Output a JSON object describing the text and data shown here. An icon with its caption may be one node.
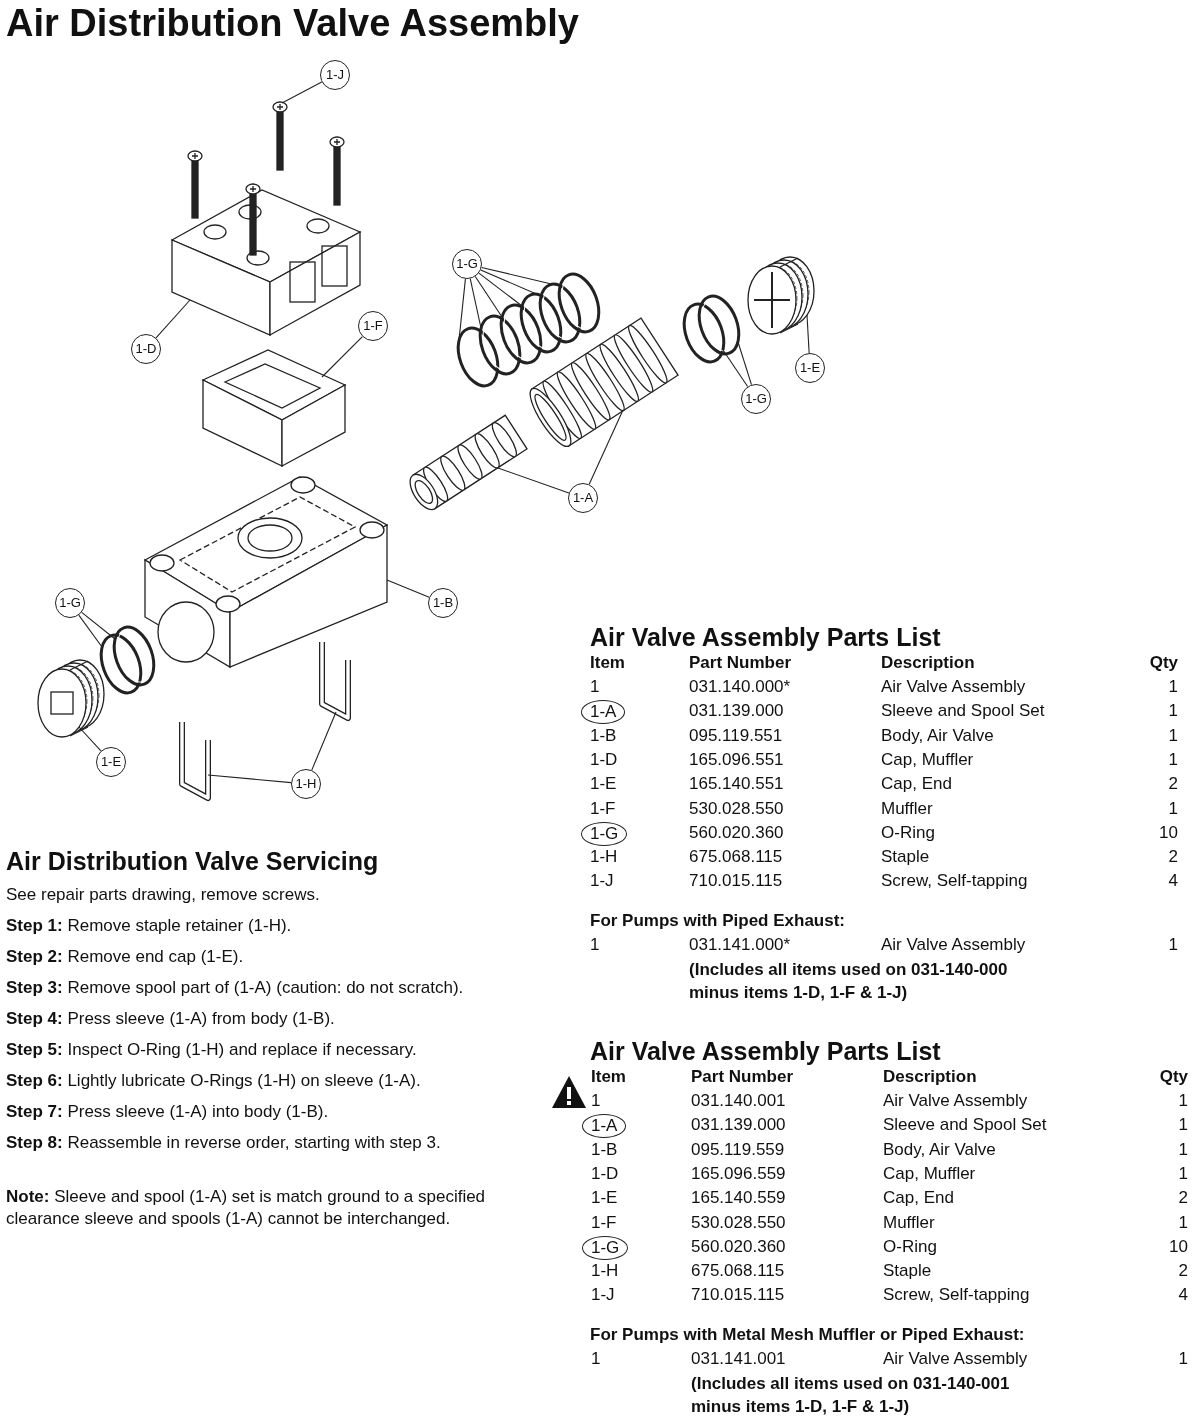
{
  "diagram": {
    "title": "Air Distribution Valve Assembly",
    "nodes": [
      {
        "text": [
          "1-J"
        ]
      },
      {
        "text": [
          "1-G"
        ]
      },
      {
        "text": [
          "1-F"
        ]
      },
      {
        "text": [
          "1-D"
        ]
      },
      {
        "text": [
          "1-E"
        ]
      },
      {
        "text": [
          "1-G"
        ]
      },
      {
        "text": [
          "1-A"
        ]
      },
      {
        "text": [
          "1-G"
        ]
      },
      {
        "text": [
          "1-B"
        ]
      },
      {
        "text": [
          "1-E"
        ]
      },
      {
        "text": [
          "1-H"
        ]
      },
      {
        "text": [],
        "shape": "picture"
      },
      {
        "text": [],
        "shape": "circle"
      },
      {
        "text": [],
        "shape": "circle"
      },
      {
        "text": [],
        "shape": "circle"
      },
      {
        "text": [],
        "shape": "circle"
      },
      {
        "text": [],
        "shape": "circle"
      },
      {
        "text": [],
        "shape": "circle"
      },
      {
        "text": [],
        "shape": "picture"
      },
      {
        "text": [],
        "shape": "picture"
      },
      {
        "text": [],
        "shape": "picture"
      },
      {
        "text": [],
        "shape": "circle"
      },
      {
        "text": [],
        "shape": "circle"
      },
      {
        "text": [],
        "shape": "picture"
      },
      {
        "text": [],
        "shape": "picture"
      },
      {
        "text": [],
        "shape": "circle"
      },
      {
        "text": [],
        "shape": "circle"
      },
      {
        "text": [],
        "shape": "picture"
      },
      {
        "text": [],
        "shape": "picture"
      },
      {
        "text": [],
        "shape": "picture"
      },
      {
        "text": [],
        "shape": "picture"
      }
    ],
    "edges": [
      {
        "from": 0,
        "to": 11,
        "arrow": "none"
      },
      {
        "from": 1,
        "to": 12,
        "arrow": "none"
      },
      {
        "from": 1,
        "to": 13,
        "arrow": "none"
      },
      {
        "from": 1,
        "to": 14,
        "arrow": "none"
      },
      {
        "from": 1,
        "to": 15,
        "arrow": "none"
      },
      {
        "from": 1,
        "to": 16,
        "arrow": "none"
      },
      {
        "from": 1,
        "to": 17,
        "arrow": "none"
      },
      {
        "from": 2,
        "to": 18,
        "arrow": "none"
      },
      {
        "from": 3,
        "to": 19,
        "arrow": "none"
      },
      {
        "from": 4,
        "to": 20,
        "arrow": "none"
      },
      {
        "from": 5,
        "to": 21,
        "arrow": "none"
      },
      {
        "from": 5,
        "to": 22,
        "arrow": "none"
      },
      {
        "from": 6,
        "to": 23,
        "arrow": "none"
      },
      {
        "from": 6,
        "to": 24,
        "arrow": "none"
      },
      {
        "from": 7,
        "to": 25,
        "arrow": "none"
      },
      {
        "from": 7,
        "to": 26,
        "arrow": "none"
      },
      {
        "from": 8,
        "to": 27,
        "arrow": "none"
      },
      {
        "from": 9,
        "to": 28,
        "arrow": "none"
      },
      {
        "from": 10,
        "to": 29,
        "arrow": "none"
      },
      {
        "from": 10,
        "to": 30,
        "arrow": "none"
      }
    ],
    "labels": [
      "Air Valve Assembly Parts List",
      "Item",
      "Part Number",
      "Description",
      "Qty",
      "1",
      "031.140.000*",
      "Air Valve Assembly",
      "1",
      "1-A",
      "031.139.000",
      "Sleeve and Spool Set",
      "1",
      "1-B",
      "095.119.551",
      "Body, Air Valve",
      "1",
      "1-D",
      "165.096.551",
      "Cap, Muffler",
      "1",
      "1-E",
      "165.140.551",
      "Cap, End",
      "2",
      "1-F",
      "530.028.550",
      "Muffler",
      "1",
      "1-G",
      "560.020.360",
      "O-Ring",
      "10",
      "1-H",
      "675.068.115",
      "Staple",
      "2",
      "1-J",
      "710.015.115",
      "Screw, Self-tapping",
      "4",
      "For Pumps with Piped Exhaust:",
      "1",
      "031.141.000*",
      "Air Valve Assembly",
      "1",
      "(Includes all items used on 031-140-000 minus items 1-D, 1-F & 1-J)",
      "Air Distribution Valve Servicing",
      "See repair parts drawing, remove screws.",
      "**Step 1:** Remove staple retainer (1-H).",
      "**Step 2:** Remove end cap (1-E).",
      "**Step 3:** Remove spool part of (1-A) (caution: do not scratch).",
      "**Step 4:** Press sleeve (1-A) from body (1-B).",
      "**Step 5:** Inspect O-Ring (1-H) and replace if necessary.",
      "**Step 6:** Lightly lubricate O-Rings (1-H) on sleeve (1-A).",
      "**Step 7:** Press sleeve (1-A) into body (1-B).",
      "**Step 8:** Reassemble in reverse order, starting with step 3.",
      "**Note:** Sleeve and spool (1-A) set is match ground to a specified clearance sleeve and spools (1-A) cannot be interchanged.",
      "Air Valve Assembly Parts List",
      "Item",
      "Part Number",
      "Description",
      "Qty",
      "1",
      "031.140.001",
      "Air Valve Assembly",
      "1",
      "1-A",
      "031.139.000",
      "Sleeve and Spool Set",
      "1",
      "1-B",
      "095.119.559",
      "Body, Air Valve",
      "1",
      "1-D",
      "165.096.559",
      "Cap, Muffler",
      "1",
      "1-E",
      "165.140.559",
      "Cap, End",
      "2",
      "1-F",
      "530.028.550",
      "Muffler",
      "1",
      "1-G",
      "560.020.360",
      "O-Ring",
      "10",
      "1-H",
      "675.068.115",
      "Staple",
      "2",
      "1-J",
      "710.015.115",
      "Screw, Self-tapping",
      "4",
      "For Pumps with Metal Mesh Muffler or Piped Exhaust:",
      "1",
      "031.141.001",
      "Air Valve Assembly",
      "1",
      "(Includes all items used on 031-140-001 minus items 1-D, 1-F & 1-J)"
    ]
  }
}
